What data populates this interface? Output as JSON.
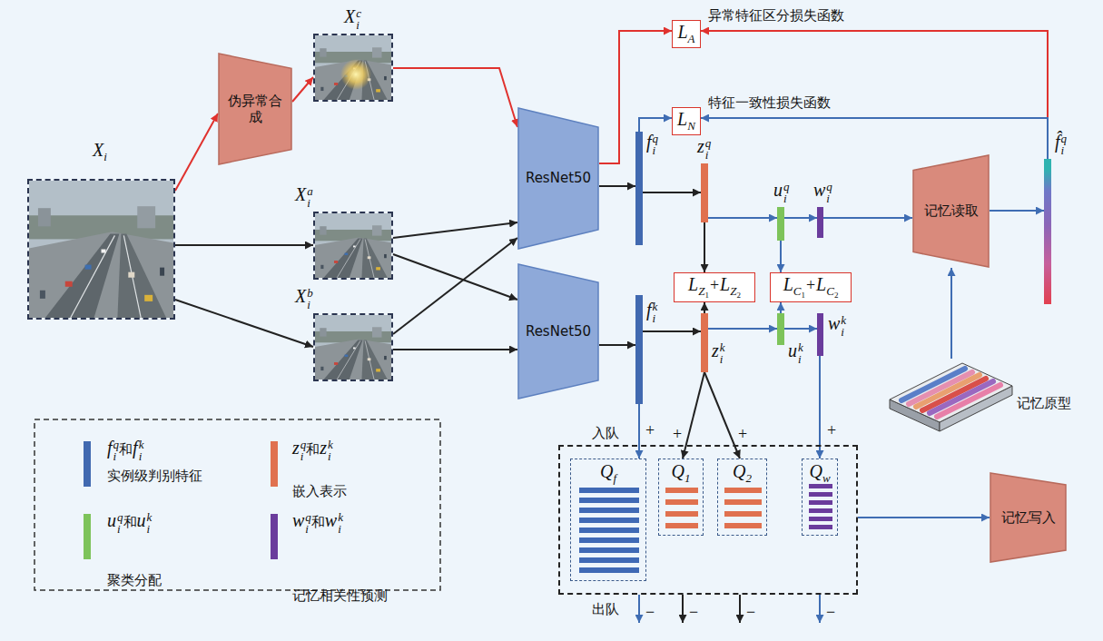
{
  "diagram": {
    "nodes": [
      {
        "text": [
          "X",
          "i"
        ]
      },
      {
        "text": [
          "伪异常合成"
        ]
      },
      {
        "text": [
          "X",
          "i",
          "c"
        ]
      },
      {
        "text": [
          "X",
          "i",
          "a"
        ]
      },
      {
        "text": [
          "X",
          "i",
          "b"
        ]
      },
      {
        "text": [
          "ResNet50"
        ]
      },
      {
        "text": [
          "ResNet50"
        ]
      },
      {
        "text": [
          "f",
          "i",
          "q"
        ]
      },
      {
        "text": [
          "f",
          "i",
          "k"
        ]
      },
      {
        "text": [
          "z",
          "i",
          "q"
        ]
      },
      {
        "text": [
          "z",
          "i",
          "k"
        ]
      },
      {
        "text": [
          "u",
          "i",
          "q"
        ]
      },
      {
        "text": [
          "u",
          "i",
          "k"
        ]
      },
      {
        "text": [
          "w",
          "i",
          "q"
        ]
      },
      {
        "text": [
          "w",
          "i",
          "k"
        ]
      },
      {
        "text": [
          "L",
          "A"
        ]
      },
      {
        "text": [
          "L",
          "N"
        ]
      },
      {
        "text": [
          "L",
          "Z",
          "1",
          "+",
          "L",
          "Z",
          "2"
        ]
      },
      {
        "text": [
          "L",
          "C",
          "1",
          "+",
          "L",
          "C",
          "2"
        ]
      },
      {
        "text": [
          "记忆读取"
        ]
      },
      {
        "text": [
          "f̂",
          "i",
          "q"
        ]
      },
      {
        "text": [
          "记忆原型"
        ]
      },
      {
        "text": [
          "记忆写入"
        ]
      },
      {
        "text": [
          "入队",
          "出队"
        ]
      },
      {
        "text": [
          "Q",
          "f"
        ],
        "in": 23
      },
      {
        "text": [
          "Q",
          "1"
        ],
        "in": 23
      },
      {
        "text": [
          "Q",
          "2"
        ],
        "in": 23
      },
      {
        "text": [
          "Q",
          "w"
        ],
        "in": 23
      }
    ],
    "edges": [
      {
        "from": 0,
        "to": 1,
        "arrow": "to"
      },
      {
        "from": 1,
        "to": 2,
        "arrow": "to"
      },
      {
        "from": 0,
        "to": 3,
        "arrow": "to"
      },
      {
        "from": 0,
        "to": 4,
        "arrow": "to"
      },
      {
        "from": 2,
        "to": 5,
        "arrow": "to"
      },
      {
        "from": 3,
        "to": 5,
        "arrow": "to"
      },
      {
        "from": 3,
        "to": 6,
        "arrow": "to"
      },
      {
        "from": 4,
        "to": 5,
        "arrow": "to"
      },
      {
        "from": 4,
        "to": 6,
        "arrow": "to"
      },
      {
        "from": 5,
        "to": 7,
        "arrow": "to"
      },
      {
        "from": 6,
        "to": 8,
        "arrow": "to"
      },
      {
        "from": 7,
        "to": 9,
        "arrow": "to"
      },
      {
        "from": 8,
        "to": 10,
        "arrow": "to"
      },
      {
        "from": 9,
        "to": 11,
        "arrow": "to"
      },
      {
        "from": 10,
        "to": 12,
        "arrow": "to"
      },
      {
        "from": 11,
        "to": 13,
        "arrow": "to"
      },
      {
        "from": 12,
        "to": 14,
        "arrow": "to"
      },
      {
        "from": 13,
        "to": 19,
        "arrow": "to"
      },
      {
        "from": 19,
        "to": 20,
        "arrow": "to"
      },
      {
        "from": 21,
        "to": 19,
        "arrow": "to"
      },
      {
        "from": 23,
        "to": 22,
        "arrow": "to"
      },
      {
        "from": 5,
        "to": 15,
        "arrow": "to"
      },
      {
        "from": 20,
        "to": 15,
        "arrow": "to"
      },
      {
        "from": 20,
        "to": 16,
        "arrow": "to"
      },
      {
        "from": 7,
        "to": 16,
        "arrow": "to"
      },
      {
        "from": 9,
        "to": 17,
        "arrow": "to"
      },
      {
        "from": 10,
        "to": 17,
        "arrow": "to"
      },
      {
        "from": 11,
        "to": 18,
        "arrow": "to"
      },
      {
        "from": 12,
        "to": 18,
        "arrow": "to"
      },
      {
        "from": 8,
        "to": 24,
        "arrow": "to"
      },
      {
        "from": 10,
        "to": 25,
        "arrow": "to"
      },
      {
        "from": 10,
        "to": 26,
        "arrow": "to"
      },
      {
        "from": 14,
        "to": 27,
        "arrow": "to"
      }
    ],
    "labels": [
      "异常特征区分损失函数",
      "特征一致性损失函数",
      "+",
      "+",
      "+",
      "+",
      "−",
      "−",
      "−",
      "−",
      "f",
      "i",
      "q",
      "和",
      "f",
      "i",
      "k",
      "z",
      "i",
      "q",
      "和",
      "z",
      "i",
      "k",
      "u",
      "i",
      "q",
      "和",
      "u",
      "i",
      "k",
      "w",
      "i",
      "q",
      "和",
      "w",
      "i",
      "k"
    ],
    "legend": [
      {
        "text": "实例级判别特征",
        "color": "#4169b0"
      },
      {
        "text": "嵌入表示",
        "color": "#e0714f"
      },
      {
        "text": "聚类分配",
        "color": "#7dc35a"
      },
      {
        "text": "记忆相关性预测",
        "color": "#6a3c9c"
      }
    ]
  }
}
